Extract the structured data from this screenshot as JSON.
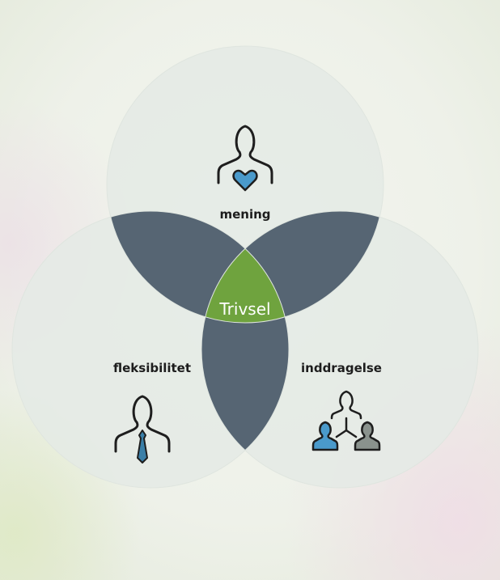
{
  "diagram": {
    "center_label": "Trivsel",
    "circles": [
      {
        "label": "mening",
        "icon": "person-heart-icon"
      },
      {
        "label": "fleksibilitet",
        "icon": "person-tie-icon"
      },
      {
        "label": "inddragelse",
        "icon": "people-network-icon"
      }
    ]
  },
  "colors": {
    "circle_fill": "#e6ebe6",
    "overlap_fill": "#566573",
    "center_fill": "#6fa33e",
    "icon_stroke": "#1e1e1e",
    "heart_blue": "#4a9acb",
    "tie_blue": "#3a7fa8",
    "person_grey": "#8a928d"
  }
}
